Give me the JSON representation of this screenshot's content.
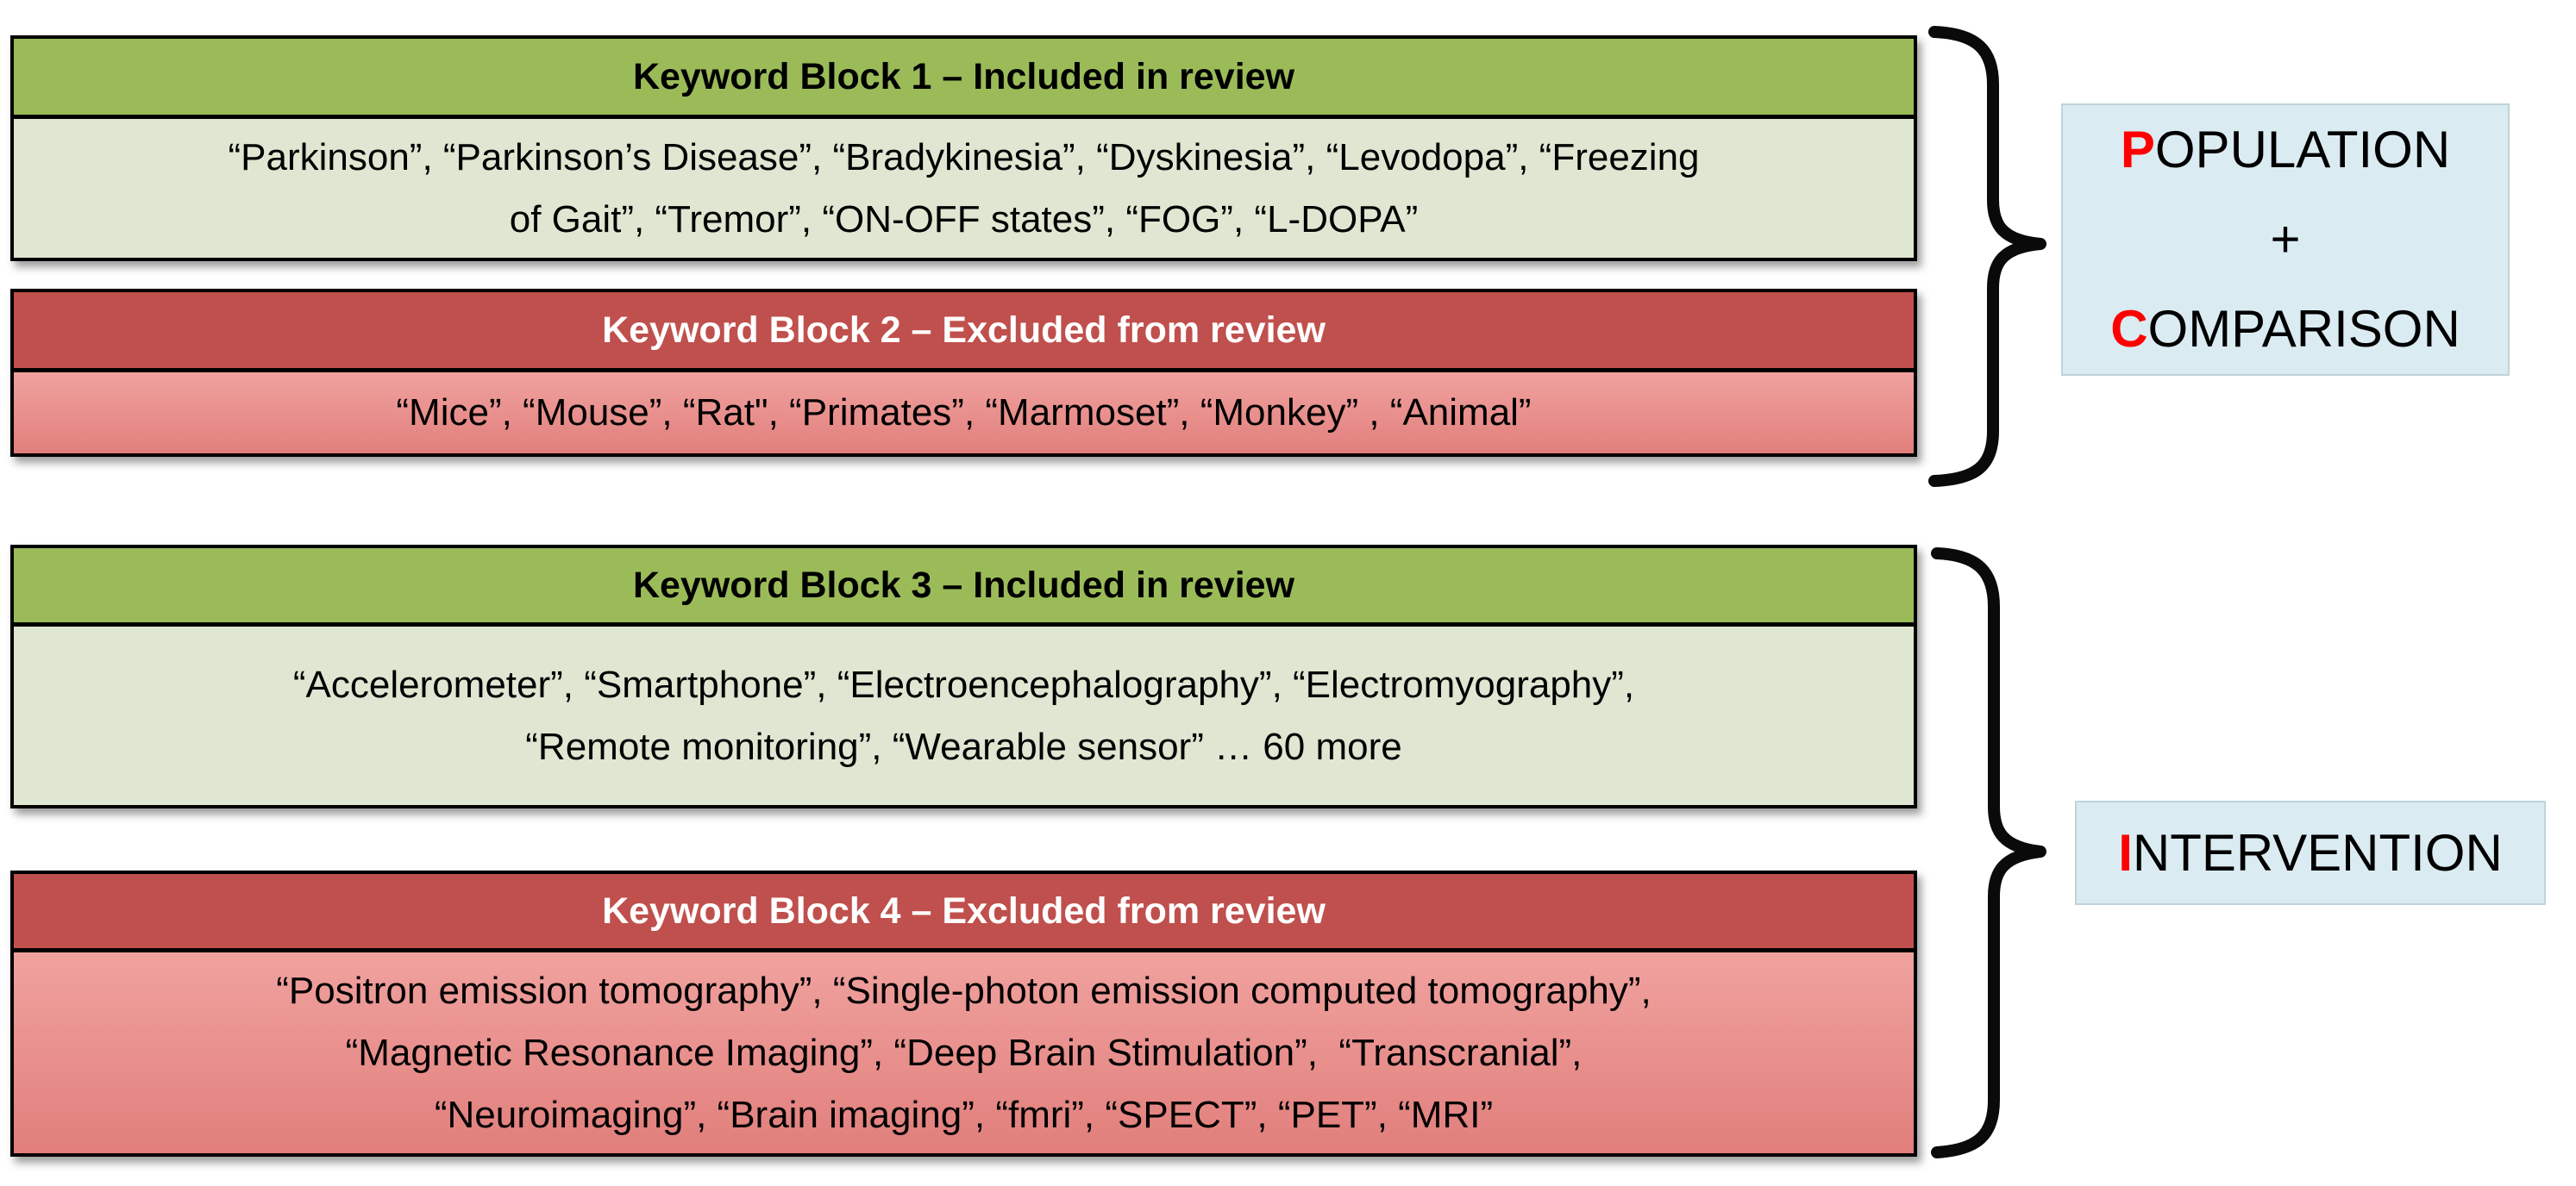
{
  "colors": {
    "included_header": "#9bbb59",
    "included_body": "#dfe6d2",
    "excluded_header": "#c0504d",
    "excluded_body_top": "#f0a29f",
    "excluded_body_bottom": "#e17f7c",
    "label_box_background": "#daecf2",
    "accent_letter_red": "#ff0000",
    "border_black": "#000000"
  },
  "blocks": [
    {
      "title": "Keyword Block 1 – Included in review",
      "status": "included",
      "body": "“Parkinson”, “Parkinson’s Disease”, “Bradykinesia”, “Dyskinesia”, “Levodopa”, “Freezing\nof Gait”, “Tremor”, “ON-OFF states”, “FOG”, “L-DOPA”"
    },
    {
      "title": "Keyword Block 2 – Excluded from review",
      "status": "excluded",
      "body": "“Mice”, “Mouse”, “Rat\", “Primates”, “Marmoset”, “Monkey” , “Animal”"
    },
    {
      "title": "Keyword Block 3 – Included in review",
      "status": "included",
      "body": "“Accelerometer”, “Smartphone”, “Electroencephalography”, “Electromyography”,\n“Remote monitoring”, “Wearable sensor” … 60 more"
    },
    {
      "title": "Keyword Block 4 – Excluded from review",
      "status": "excluded",
      "body": "“Positron emission tomography”, “Single-photon emission computed tomography”,\n“Magnetic Resonance Imaging”, “Deep Brain Stimulation”,  “Transcranial”,\n“Neuroimaging”, “Brain imaging”, “fmri”, “SPECT”, “PET”, “MRI”"
    }
  ],
  "labels": [
    {
      "name": "population-comparison",
      "lines": [
        {
          "lead": "P",
          "rest": "OPULATION"
        },
        {
          "lead": "",
          "rest": "+"
        },
        {
          "lead": "C",
          "rest": "OMPARISON"
        }
      ]
    },
    {
      "name": "intervention",
      "lines": [
        {
          "lead": "I",
          "rest": "NTERVENTION"
        }
      ]
    }
  ]
}
